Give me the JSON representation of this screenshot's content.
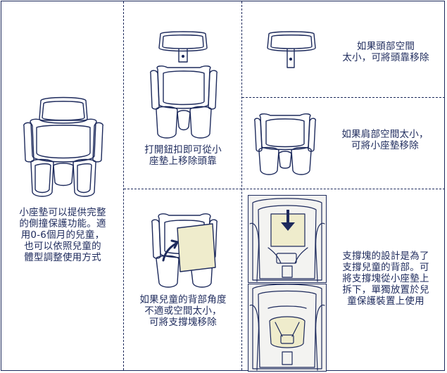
{
  "colors": {
    "ink": "#1d2a5c",
    "pad": "#efeccc",
    "photo_bg": "#f3f3f1"
  },
  "panels": {
    "intro": {
      "text": "小座墊可以提供完整\n的側撞保護功能。適\n用0-6個月的兒童，\n也可以依照兒童的\n體型調整使用方式"
    },
    "remove_headrest": {
      "text": "打開鈕扣即可從小\n座墊上移除頭靠"
    },
    "head_space": {
      "text": "如果頭部空間\n太小，可將頭靠移除"
    },
    "shoulder_space": {
      "text": "如果肩部空間太小，\n可將小座墊移除"
    },
    "back_angle": {
      "text": "如果兒童的背部角度\n不適或空間太小，\n可將支撐塊移除"
    },
    "support_block": {
      "text": "支撐塊的設計是為了\n支撐兒童的背部。可\n將支撐塊從小座墊上\n拆下，單獨放置於兒\n童保護裝置上使用"
    }
  },
  "icons": {
    "full_insert": "infant-insert-full-icon",
    "headrest_detached": "headrest-detached-icon",
    "headrest_only": "headrest-icon",
    "insert_no_headrest": "insert-without-headrest-icon",
    "support_block_removal": "support-block-removal-icon",
    "arrow_down": "arrow-down-icon"
  }
}
